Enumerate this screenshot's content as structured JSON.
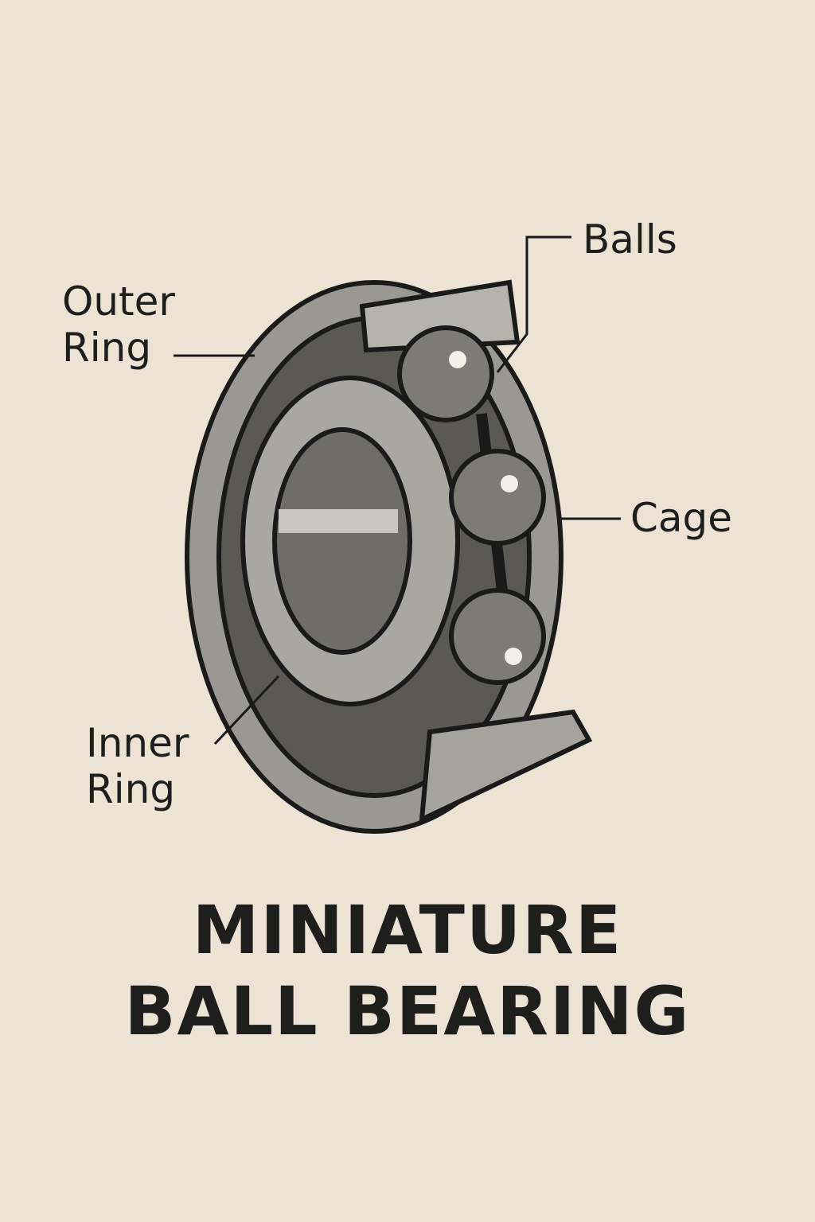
{
  "labels": {
    "outer_ring": [
      "Outer",
      "Ring"
    ],
    "balls": "Balls",
    "cage": "Cage",
    "inner_ring": [
      "Inner",
      "Ring"
    ]
  },
  "title": [
    "MINIATURE",
    "BALL BEARING"
  ]
}
